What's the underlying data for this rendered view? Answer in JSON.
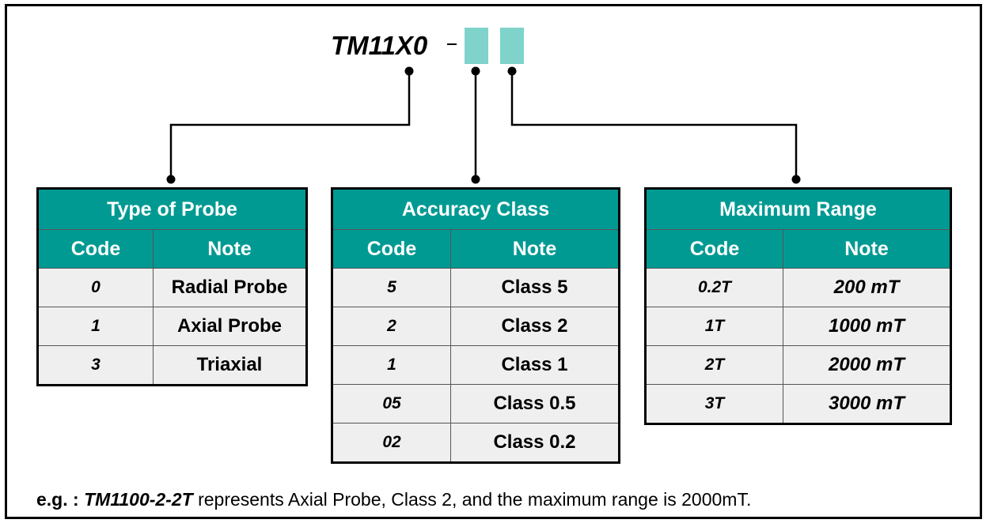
{
  "model": {
    "prefix": "TM11X0",
    "separator": "–",
    "slot_color": "#7fd3cb"
  },
  "colors": {
    "header_bg": "#009a93",
    "row_bg": "#efefef"
  },
  "tables": [
    {
      "title": "Type of Probe",
      "headers": [
        "Code",
        "Note"
      ],
      "rows": [
        {
          "code": "0",
          "note": "Radial Probe"
        },
        {
          "code": "1",
          "note": "Axial Probe"
        },
        {
          "code": "3",
          "note": "Triaxial"
        }
      ]
    },
    {
      "title": "Accuracy Class",
      "headers": [
        "Code",
        "Note"
      ],
      "rows": [
        {
          "code": "5",
          "note": "Class 5"
        },
        {
          "code": "2",
          "note": "Class 2"
        },
        {
          "code": "1",
          "note": "Class 1"
        },
        {
          "code": "05",
          "note": "Class 0.5"
        },
        {
          "code": "02",
          "note": "Class 0.2"
        }
      ]
    },
    {
      "title": "Maximum Range",
      "headers": [
        "Code",
        "Note"
      ],
      "rows": [
        {
          "code": "0.2T",
          "note": "200 mT"
        },
        {
          "code": "1T",
          "note": "1000 mT"
        },
        {
          "code": "2T",
          "note": "2000 mT"
        },
        {
          "code": "3T",
          "note": "3000 mT"
        }
      ]
    }
  ],
  "example": {
    "prefix": "e.g. : ",
    "code": "TM1100-2-2T",
    "text": " represents Axial Probe, Class 2, and the maximum range is 2000mT."
  }
}
